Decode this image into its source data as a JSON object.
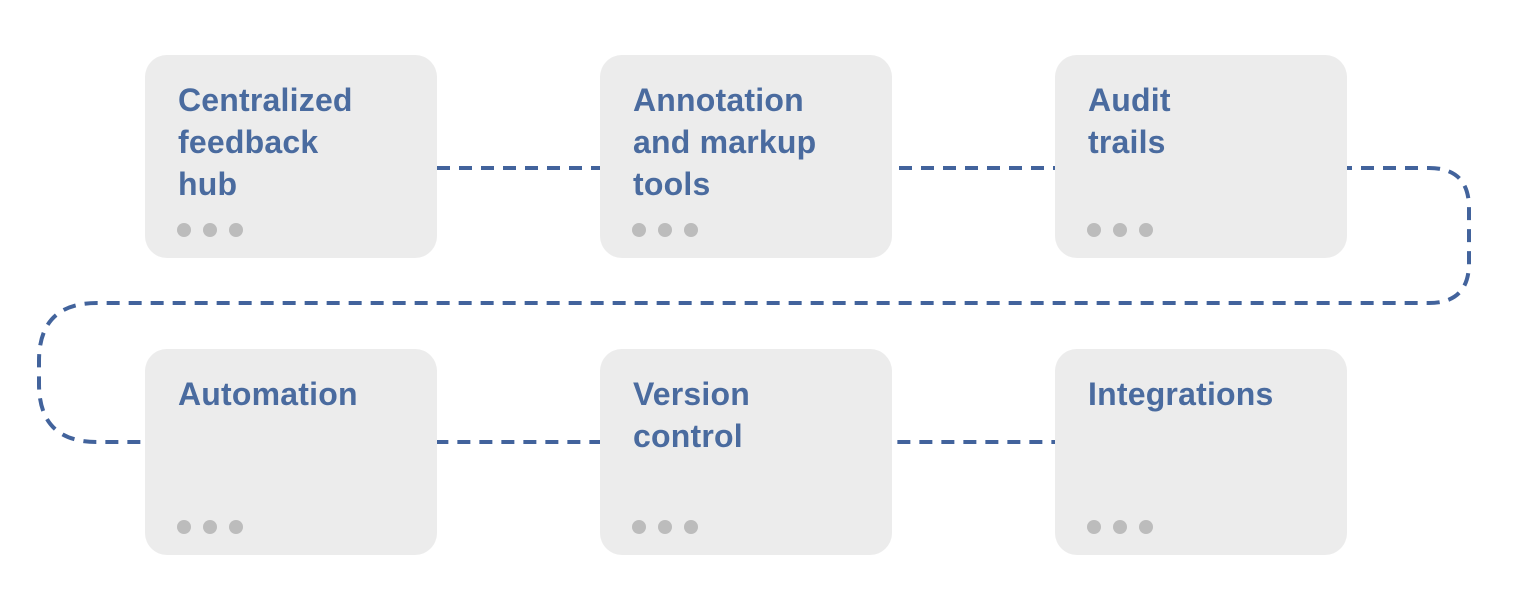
{
  "diagram": {
    "cards": [
      {
        "id": "centralized-feedback-hub",
        "title": "Centralized\nfeedback\nhub"
      },
      {
        "id": "annotation-and-markup-tools",
        "title": "Annotation\nand markup\ntools"
      },
      {
        "id": "audit-trails",
        "title": "Audit\ntrails"
      },
      {
        "id": "automation",
        "title": "Automation"
      },
      {
        "id": "version-control",
        "title": "Version\ncontrol"
      },
      {
        "id": "integrations",
        "title": "Integrations"
      }
    ],
    "flow_order": [
      "Centralized feedback hub",
      "Annotation and markup tools",
      "Audit trails",
      "Automation",
      "Version control",
      "Integrations"
    ],
    "connector_style": "dashed",
    "dots_per_card": 3
  },
  "colors": {
    "background": "#ffffff",
    "card_background": "#ececec",
    "title_text": "#4a6b9f",
    "connector_line": "#42639c",
    "dots": "#bcbcbc"
  }
}
